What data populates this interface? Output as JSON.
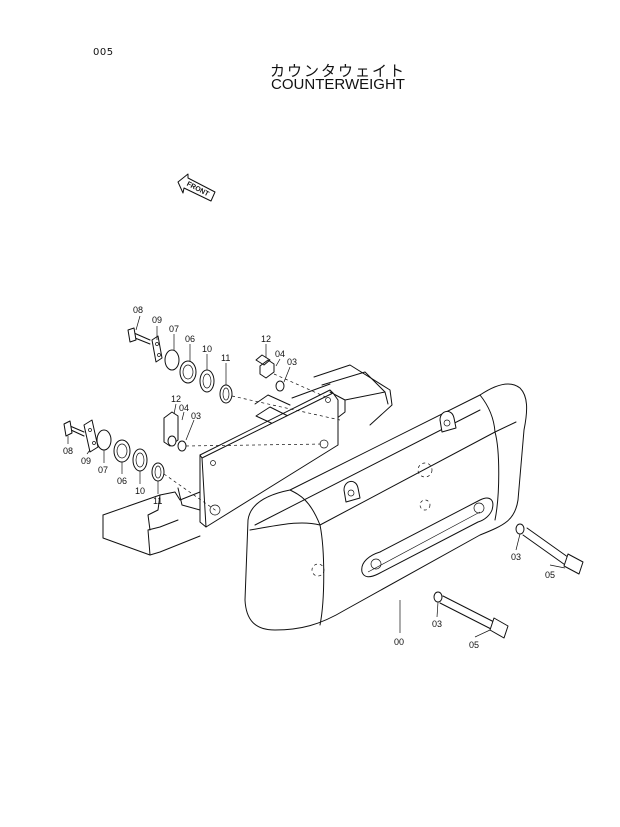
{
  "page_number": "005",
  "title_jp": "カウンタウェイト",
  "title_en": "COUNTERWEIGHT",
  "front_arrow": "FRONT",
  "callouts": {
    "c08a": "08",
    "c09a": "09",
    "c07a": "07",
    "c06a": "06",
    "c10a": "10",
    "c11a": "11",
    "c12a": "12",
    "c04a": "04",
    "c03a": "03",
    "c12b": "12",
    "c04b": "04",
    "c03b": "03",
    "c08b": "08",
    "c09b": "09",
    "c07b": "07",
    "c06b": "06",
    "c10b": "10",
    "c11b": "11",
    "c03c": "03",
    "c05a": "05",
    "c00": "00",
    "c03d": "03",
    "c05b": "05"
  }
}
